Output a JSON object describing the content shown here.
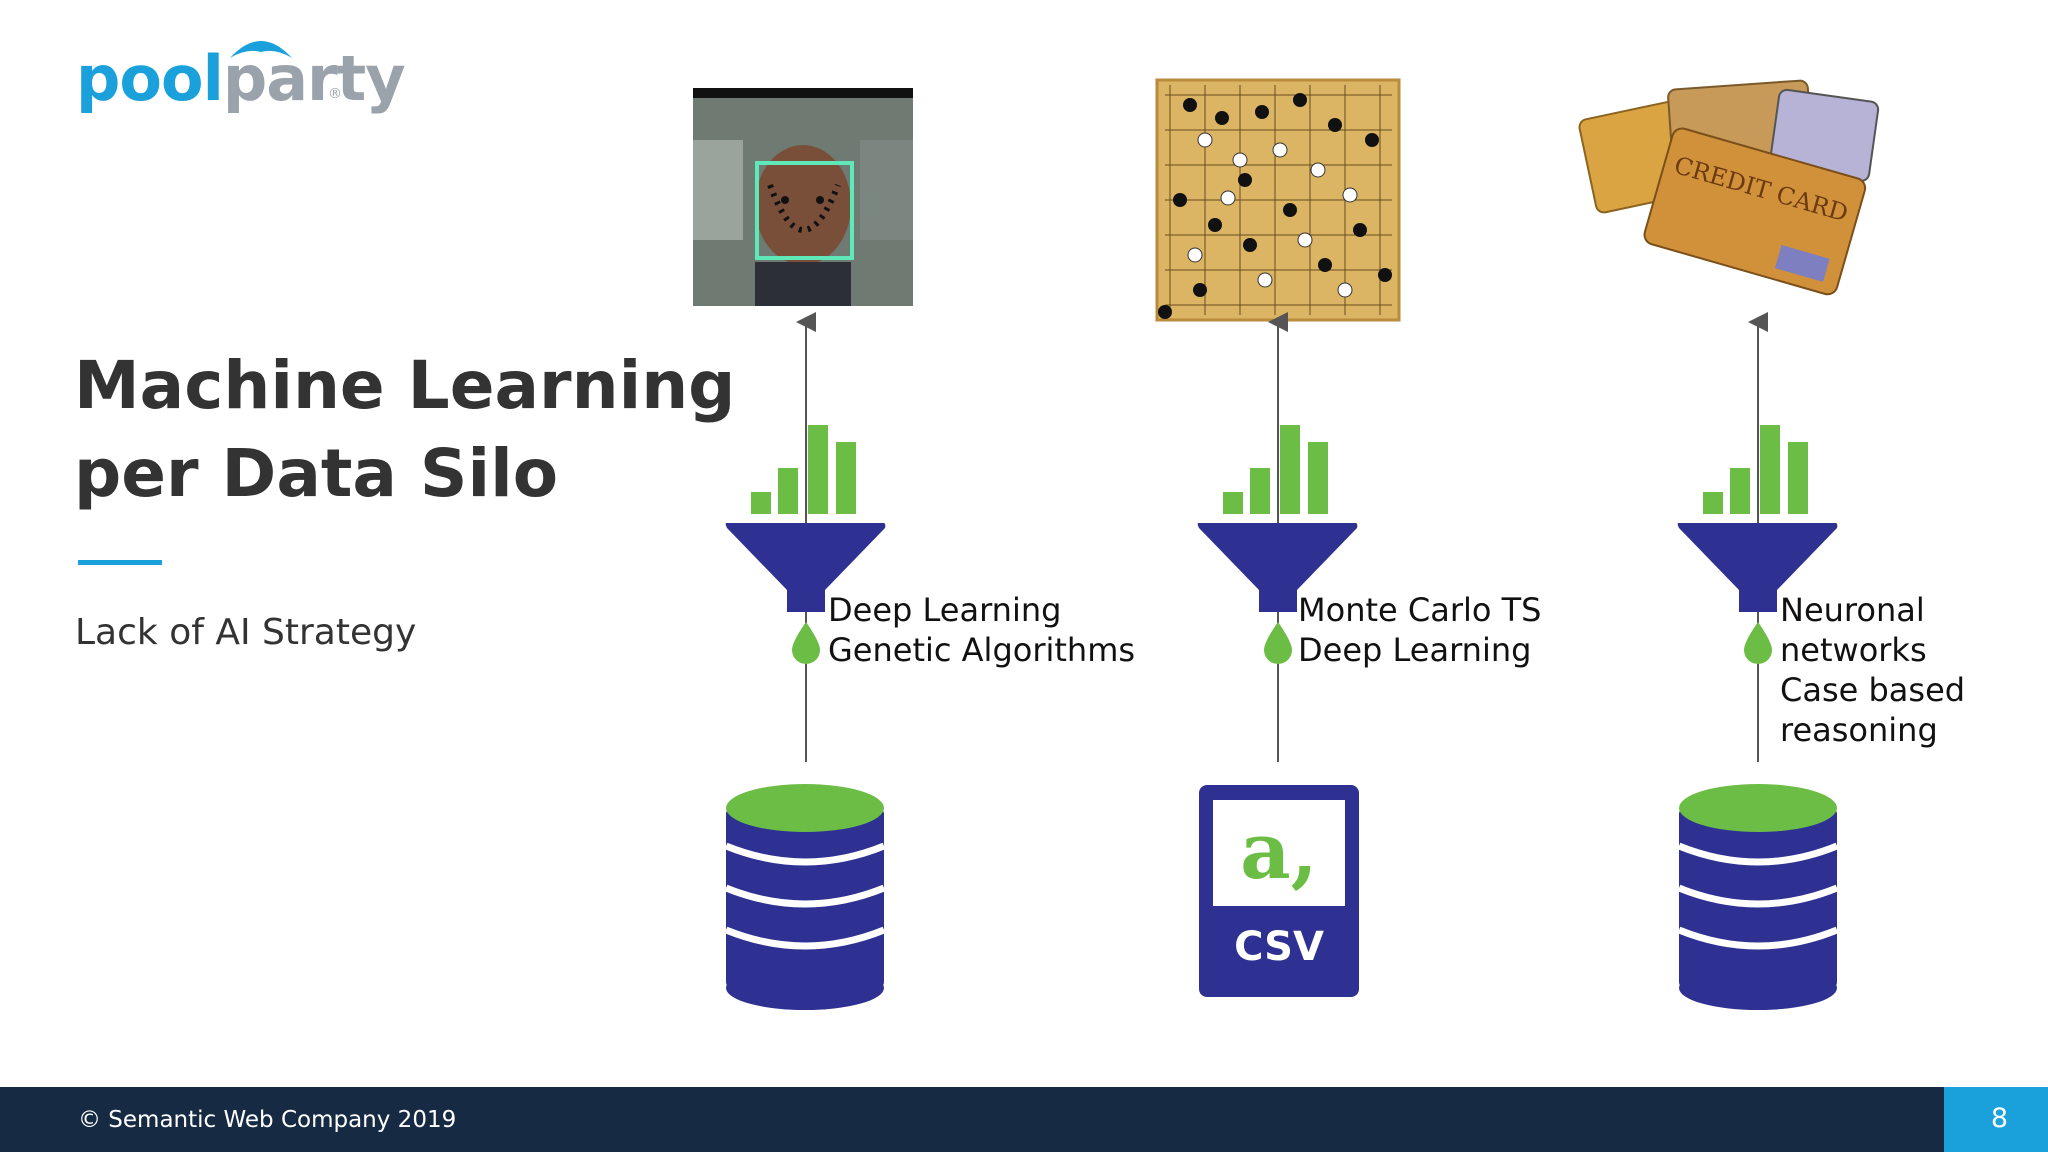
{
  "logo": {
    "part1": "pool",
    "part2": "party",
    "reg": "®"
  },
  "title": {
    "line1": "Machine Learning",
    "line2": "per Data Silo"
  },
  "subtitle": "Lack of AI Strategy",
  "columns": [
    {
      "lines": [
        "Deep Learning",
        "Genetic Algorithms"
      ],
      "source": "database-icon",
      "image": "face-recognition-image"
    },
    {
      "lines": [
        "Monte Carlo TS",
        "Deep Learning"
      ],
      "source": "csv-file-icon",
      "image": "go-board-image"
    },
    {
      "lines": [
        "Neuronal",
        "networks",
        "Case based",
        "reasoning"
      ],
      "source": "database-icon",
      "image": "credit-cards-image"
    }
  ],
  "csv_icon": {
    "letter": "a,",
    "label": "CSV"
  },
  "cards_text": {
    "label": "CREDIT CARD"
  },
  "footer": {
    "copyright": "© Semantic Web Company 2019",
    "page_number": "8"
  },
  "colors": {
    "brand_blue": "#1aa1dc",
    "navy": "#2e3192",
    "green": "#6cbd45",
    "footer_bg": "#162a44"
  }
}
